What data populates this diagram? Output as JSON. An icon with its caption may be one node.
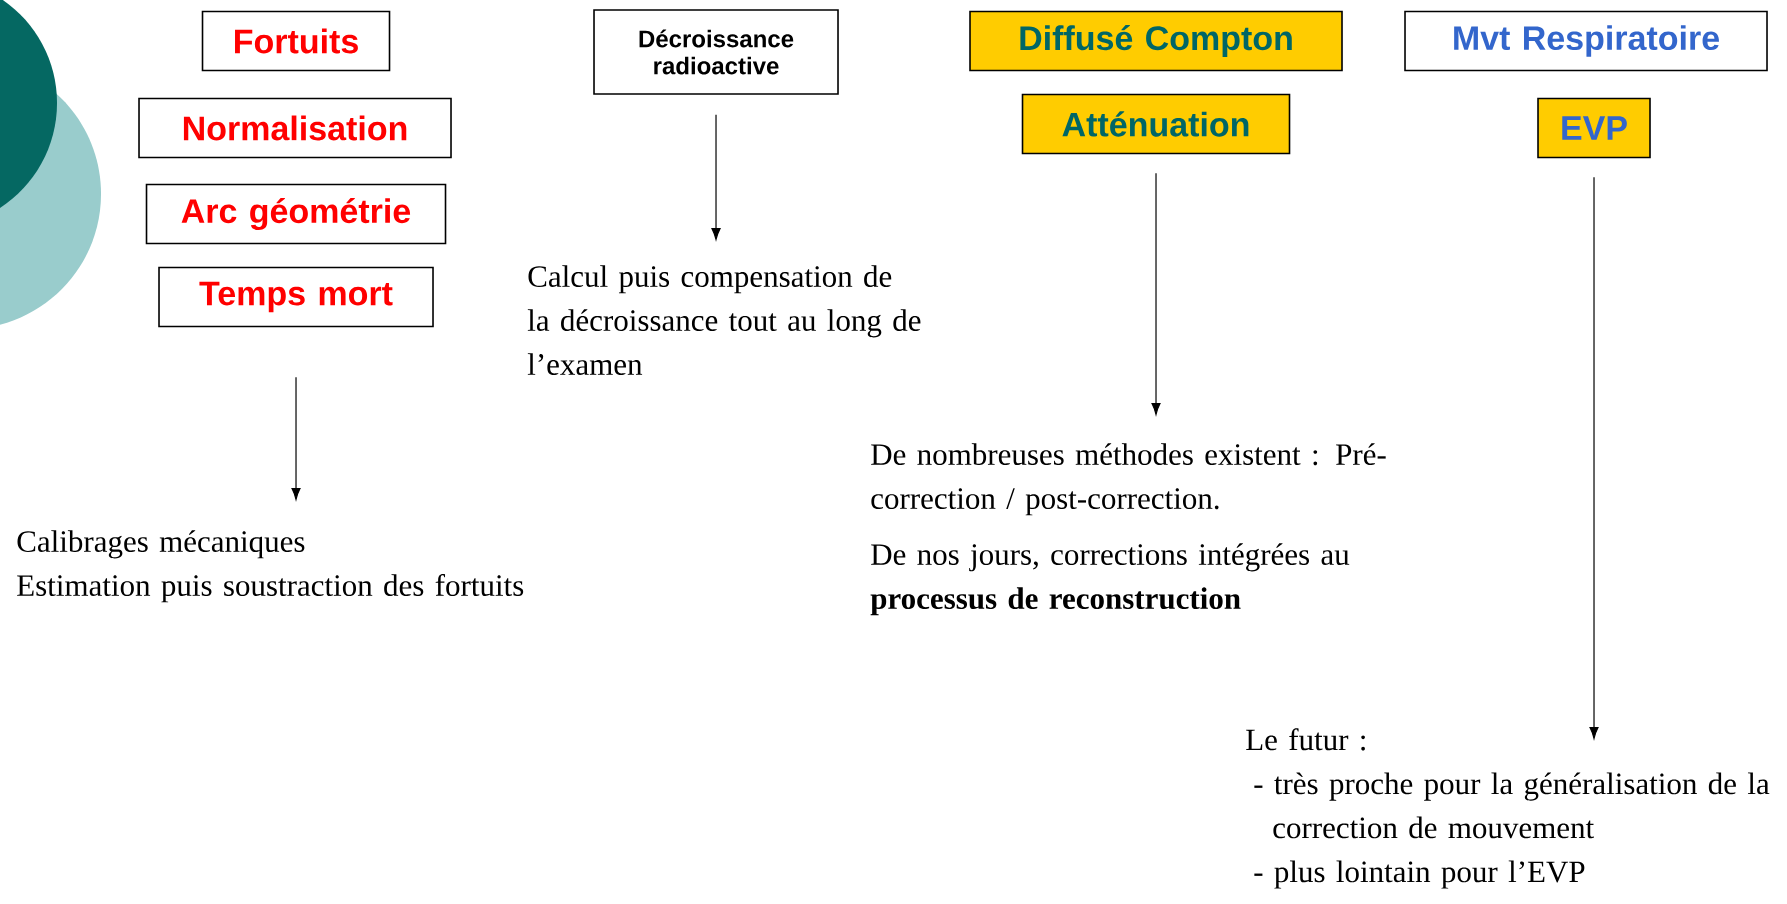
{
  "diagram": {
    "nodes": [
      {
        "text": [
          "Fortuits"
        ]
      },
      {
        "text": [
          "Normalisation"
        ]
      },
      {
        "text": [
          "Arc géométrie"
        ]
      },
      {
        "text": [
          "Temps mort"
        ]
      },
      {
        "text": [
          "Décroissance radioactive"
        ]
      },
      {
        "text": [
          "Diffusé Compton"
        ]
      },
      {
        "text": [
          "Atténuation"
        ]
      },
      {
        "text": [
          "Mvt Respiratoire"
        ]
      },
      {
        "text": [
          "EVP"
        ]
      },
      {
        "text": [
          "Calibrages mécaniques",
          "Estimation puis soustraction des fortuits"
        ]
      },
      {
        "text": [
          "Calcul puis compensation de la décroissance tout au long de l’examen"
        ]
      },
      {
        "text": [
          "De nombreuses méthodes existent : Pré-correction / post-correction.",
          "De nos jours, corrections intégrées au **processus de reconstruction**"
        ]
      },
      {
        "text": [
          "Le futur :",
          "- très proche pour la généralisation de la correction de mouvement",
          "- plus lointain pour l’EVP"
        ]
      }
    ],
    "edges": [
      {
        "from": 3,
        "to": 9,
        "arrow": "to"
      },
      {
        "from": 4,
        "to": 10,
        "arrow": "to"
      },
      {
        "from": 6,
        "to": 11,
        "arrow": "to"
      },
      {
        "from": 8,
        "to": 12,
        "arrow": "to"
      }
    ]
  }
}
